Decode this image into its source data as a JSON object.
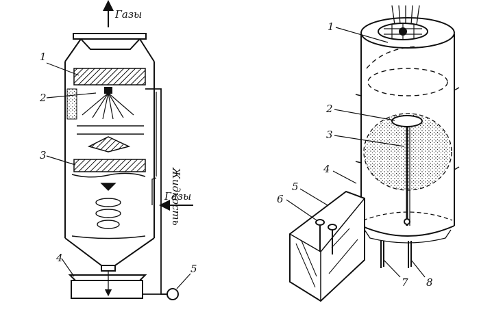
{
  "left_figure": {
    "gas_out_label": "Газы",
    "gas_in_label": "Газы",
    "liquid_label": "Жидкость",
    "markers": [
      "1",
      "2",
      "3",
      "4",
      "5"
    ]
  },
  "right_figure": {
    "markers": [
      "1",
      "2",
      "3",
      "4",
      "5",
      "6",
      "7",
      "8"
    ]
  }
}
